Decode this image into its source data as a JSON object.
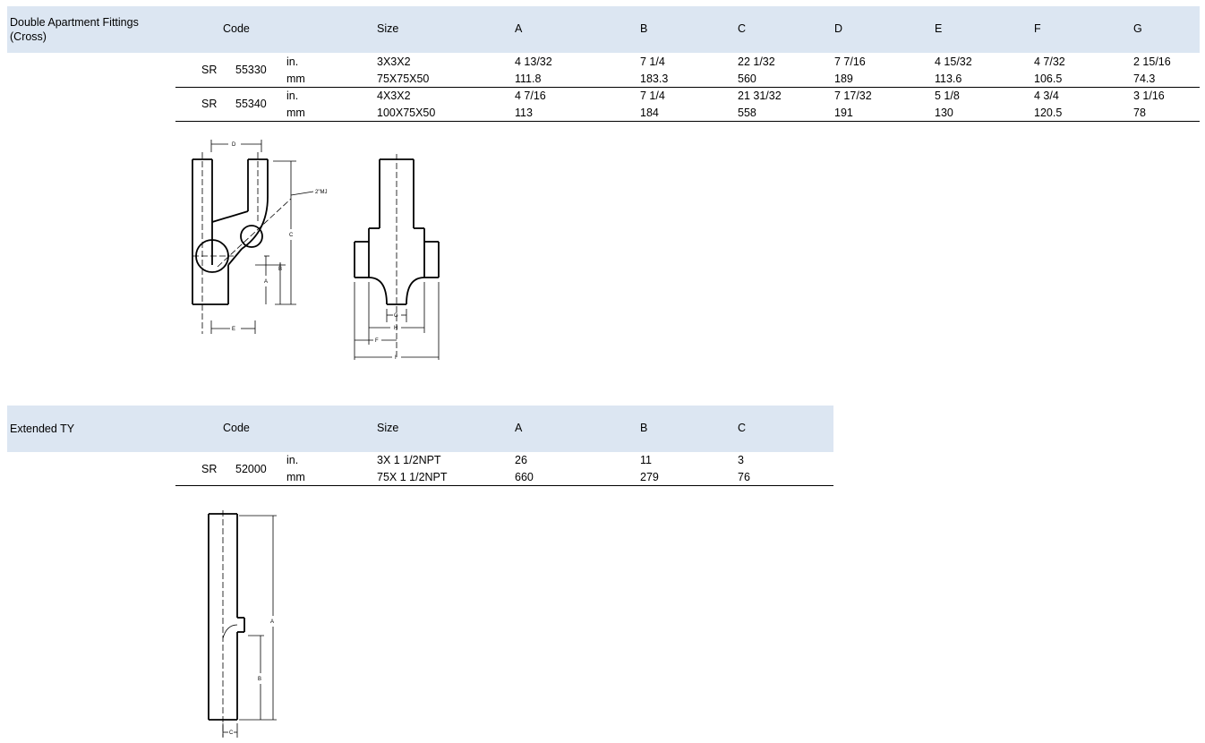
{
  "sections": [
    {
      "title": "Double Apartment Fittings (Cross)",
      "headers": [
        "Code",
        "Size",
        "A",
        "B",
        "C",
        "D",
        "E",
        "F",
        "G"
      ],
      "rows": [
        {
          "prefix": "SR",
          "code": "55330",
          "in": {
            "unit": "in.",
            "size": "3X3X2",
            "values": [
              "4 13/32",
              "7 1/4",
              "22  1/32",
              "7 7/16",
              "4  15/32",
              "4 7/32",
              "2  15/16"
            ]
          },
          "mm": {
            "unit": "mm",
            "size": "75X75X50",
            "values": [
              "111.8",
              "183.3",
              "560",
              "189",
              "113.6",
              "106.5",
              "74.3"
            ]
          }
        },
        {
          "prefix": "SR",
          "code": "55340",
          "in": {
            "unit": "in.",
            "size": "4X3X2",
            "values": [
              "4  7/16",
              "7 1/4",
              "21  31/32",
              "7  17/32",
              "5  1/8",
              "4  3/4",
              "3  1/16"
            ]
          },
          "mm": {
            "unit": "mm",
            "size": "100X75X50",
            "values": [
              "113",
              "184",
              "558",
              "191",
              "130",
              "120.5",
              "78"
            ]
          }
        }
      ],
      "drawing_labels": {
        "D": "D",
        "mj": "2\"MJ",
        "C": "C",
        "B": "B",
        "A": "A",
        "E": "E",
        "G": "G",
        "H": "H",
        "F": "F",
        "I": "I"
      }
    },
    {
      "title": "Extended TY",
      "headers": [
        "Code",
        "Size",
        "A",
        "B",
        "C"
      ],
      "rows": [
        {
          "prefix": "SR",
          "code": "52000",
          "in": {
            "unit": "in.",
            "size": "3X 1 1/2NPT",
            "values": [
              "26",
              "11",
              "3"
            ]
          },
          "mm": {
            "unit": "mm",
            "size": "75X 1 1/2NPT",
            "values": [
              "660",
              "279",
              "76"
            ]
          }
        }
      ],
      "drawing_labels": {
        "A": "A",
        "B": "B",
        "C": "C"
      }
    }
  ]
}
